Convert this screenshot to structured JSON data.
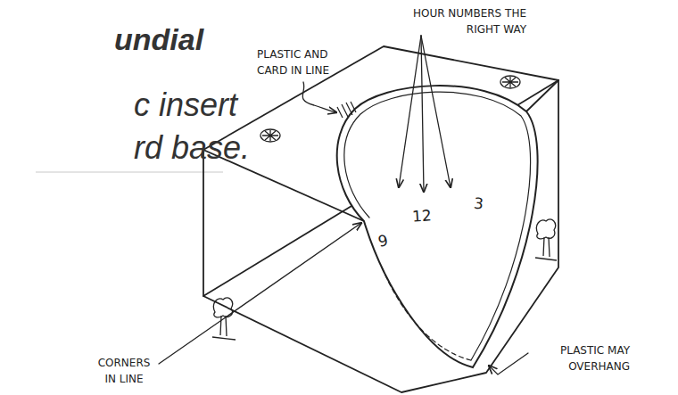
{
  "diagram": {
    "title": "undial",
    "labels": [
      "c insert rd base.",
      "HOUR NUMBERS THE RIGHT WAY",
      "PLASTIC AND CARD IN LINE",
      "9",
      "12",
      "3",
      "CORNERS IN LINE",
      "PLASTIC MAY OVERHANG"
    ]
  }
}
